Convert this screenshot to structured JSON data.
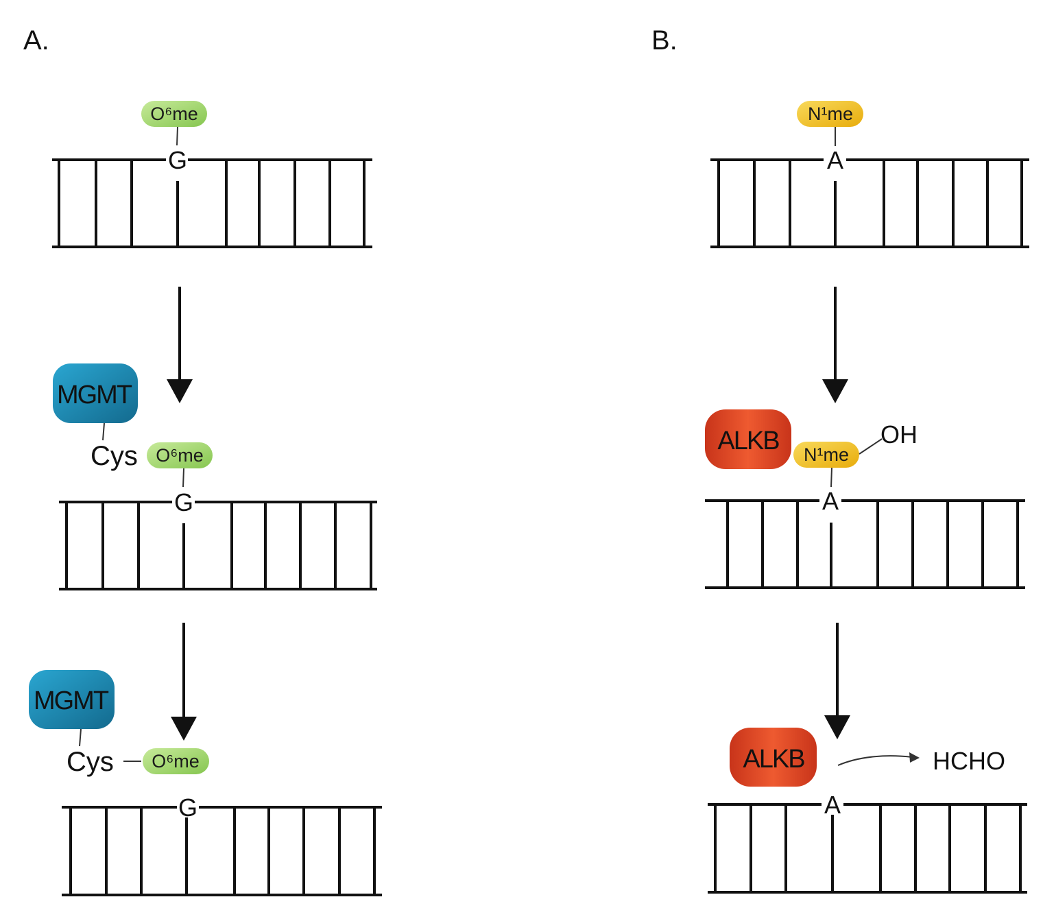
{
  "panels": [
    {
      "id": "A",
      "label": "A.",
      "mod_text": "O⁶me",
      "mod_color": "#9fd468",
      "mod_color_dark": "#7dbf47",
      "base": "G",
      "protein": "MGMT",
      "protein_color": "#1e92bd",
      "protein_color_dark": "#146f93",
      "residue": "Cys"
    },
    {
      "id": "B",
      "label": "B.",
      "mod_text": "N¹me",
      "mod_color": "#f2c21c",
      "mod_color_dark": "#e0a90b",
      "base": "A",
      "protein": "ALKB",
      "protein_color": "#e04a26",
      "protein_color_dark": "#b8361a",
      "hydroxyl": "OH",
      "product": "HCHO"
    }
  ]
}
